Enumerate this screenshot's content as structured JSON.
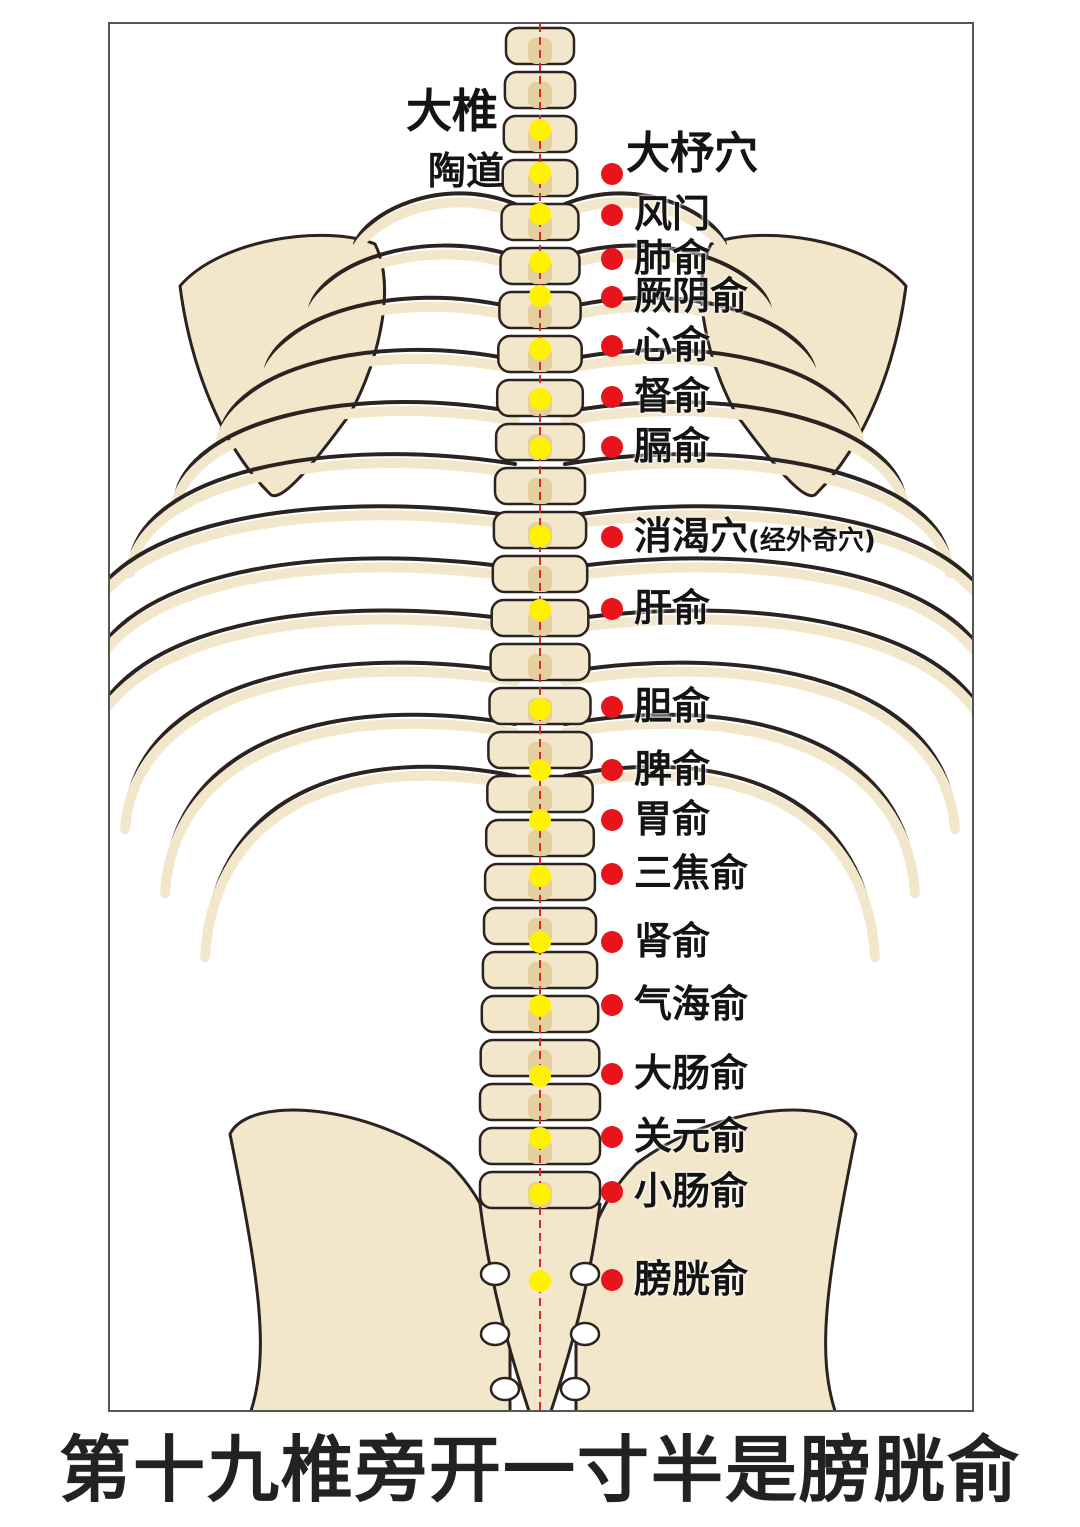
{
  "caption": "第十九椎旁开一寸半是膀胱俞",
  "colors": {
    "bone_fill": "#f2e6cb",
    "bone_shade": "#e4cf9f",
    "outline": "#2a2320",
    "midline": "#d9282a",
    "governor_point": "#fff200",
    "bladder_point": "#e8141b"
  },
  "left_labels": [
    {
      "text": "大椎",
      "size": "large"
    },
    {
      "text": "陶道",
      "size": "medium"
    }
  ],
  "right_labels": [
    {
      "text": "大杼穴",
      "note": ""
    },
    {
      "text": "风门",
      "note": ""
    },
    {
      "text": "肺俞",
      "note": ""
    },
    {
      "text": "厥阴俞",
      "note": ""
    },
    {
      "text": "心俞",
      "note": ""
    },
    {
      "text": "督俞",
      "note": ""
    },
    {
      "text": "膈俞",
      "note": ""
    },
    {
      "text": "消渴穴",
      "note": "(经外奇穴)"
    },
    {
      "text": "肝俞",
      "note": ""
    },
    {
      "text": "胆俞",
      "note": ""
    },
    {
      "text": "脾俞",
      "note": ""
    },
    {
      "text": "胃俞",
      "note": ""
    },
    {
      "text": "三焦俞",
      "note": ""
    },
    {
      "text": "肾俞",
      "note": ""
    },
    {
      "text": "气海俞",
      "note": ""
    },
    {
      "text": "大肠俞",
      "note": ""
    },
    {
      "text": "关元俞",
      "note": ""
    },
    {
      "text": "小肠俞",
      "note": ""
    },
    {
      "text": "膀胱俞",
      "note": ""
    }
  ]
}
